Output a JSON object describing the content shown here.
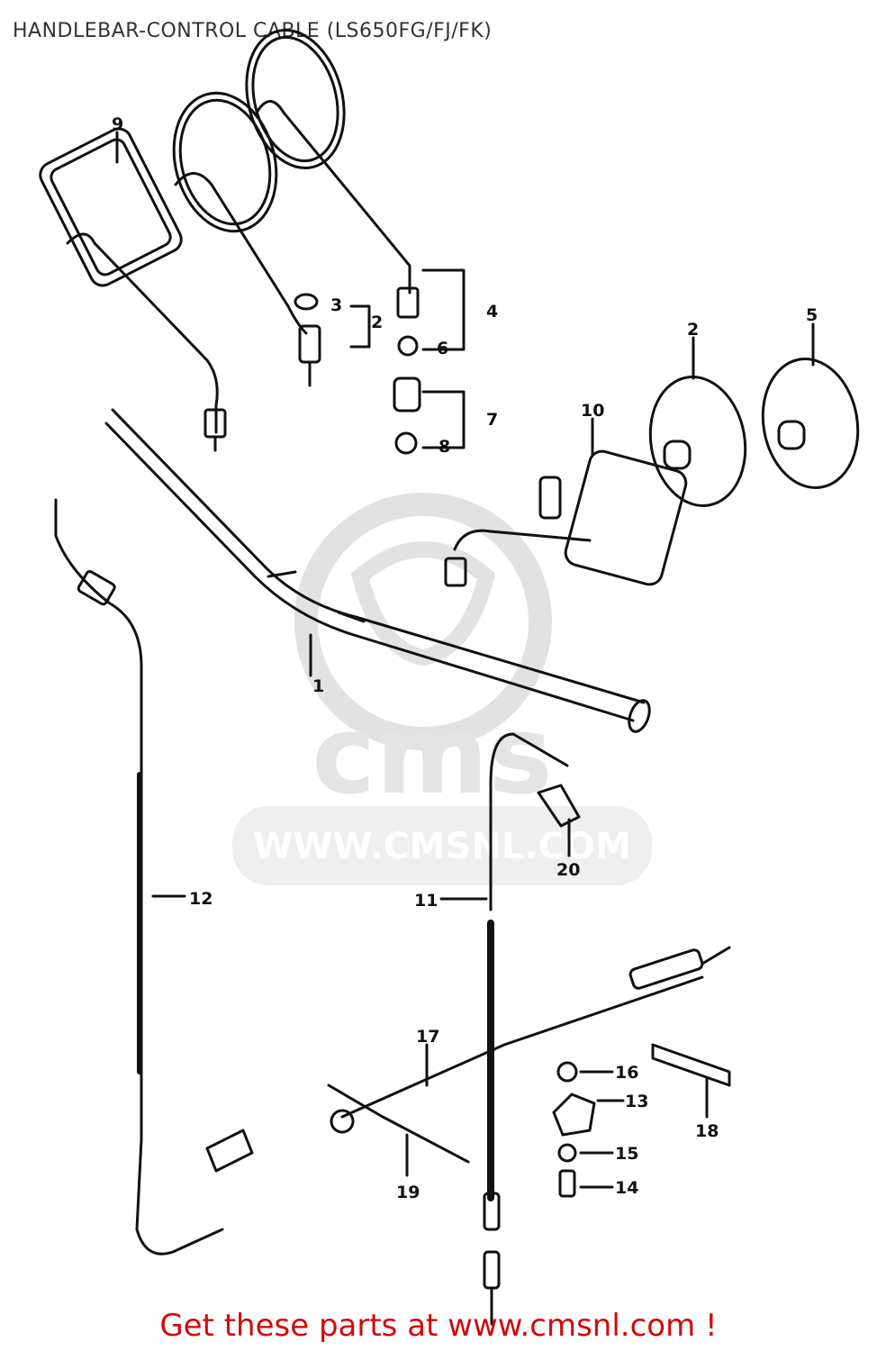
{
  "title": "HANDLEBAR-CONTROL CABLE (LS650FG/FJ/FK)",
  "footer": "Get these parts at www.cmsnl.com !",
  "watermark": {
    "brand": "cms",
    "url": "WWW.CMSNL.COM",
    "color": "#e2e2e2"
  },
  "callouts": [
    "1",
    "2",
    "2",
    "3",
    "4",
    "5",
    "6",
    "7",
    "8",
    "9",
    "10",
    "11",
    "12",
    "13",
    "14",
    "15",
    "16",
    "17",
    "18",
    "19",
    "20"
  ],
  "colors": {
    "line": "#111111",
    "footer": "#d10a0a",
    "title": "#333333"
  }
}
